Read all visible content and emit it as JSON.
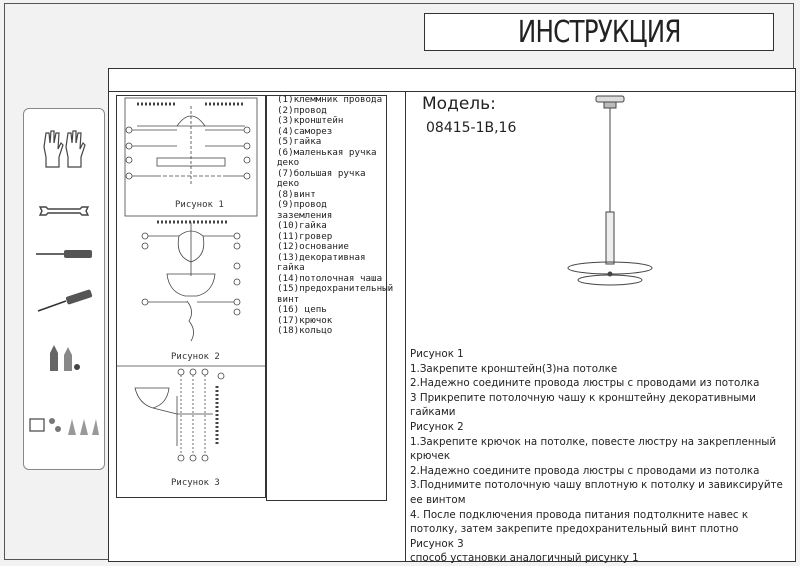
{
  "header": {
    "title": "ИНСТРУКЦИЯ"
  },
  "figures": {
    "fig1_label": "Рисунок 1",
    "fig2_label": "Рисунок 2",
    "fig3_label": "Рисунок 3"
  },
  "legend": {
    "items": [
      "(1)клеммник провода",
      "(2)провод",
      "(3)кронштейн",
      "(4)саморез",
      "(5)гайка",
      "(6)маленькая ручка деко",
      "(7)большая ручка деко",
      "(8)винт",
      "(9)провод заземления",
      "(10)гайка",
      "(11)гровер",
      "(12)основание",
      "(13)декоративная гайка",
      "(14)потолочная чаша",
      "(15)предохранительный винт",
      "(16) цепь",
      "(17)крючок",
      "(18)кольцо"
    ]
  },
  "model": {
    "label": "Модель:",
    "code": "08415-1В,16"
  },
  "tools": [
    "gloves-icon",
    "wrench-icon",
    "screwdriver-flat-icon",
    "screwdriver-phillips-icon",
    "anchors-icon",
    "terminals-icon"
  ],
  "instructions": [
    "Рисунок 1",
    "1.Закрепите кронштейн(3)на потолке",
    "2.Надежно соедините провода люстры с проводами из потолка",
    "3 Прикрепите потолочную чашу к кронштейну декоративными гайками",
    "Рисунок 2",
    "1.Закрепите крючок на потолке, повесте люстру на закрепленный крючек",
    "2.Надежно соедините провода люстры с проводами из потолка",
    "3.Поднимите потолочную чашу вплотную к потолку и завиксируйте ее винтом",
    "4.  После подключения провода питания подтолкните навес к потолку, затем закрепите предохранительный винт плотно",
    "Рисунок 3",
    "способ установки аналогичный рисунку 1"
  ]
}
